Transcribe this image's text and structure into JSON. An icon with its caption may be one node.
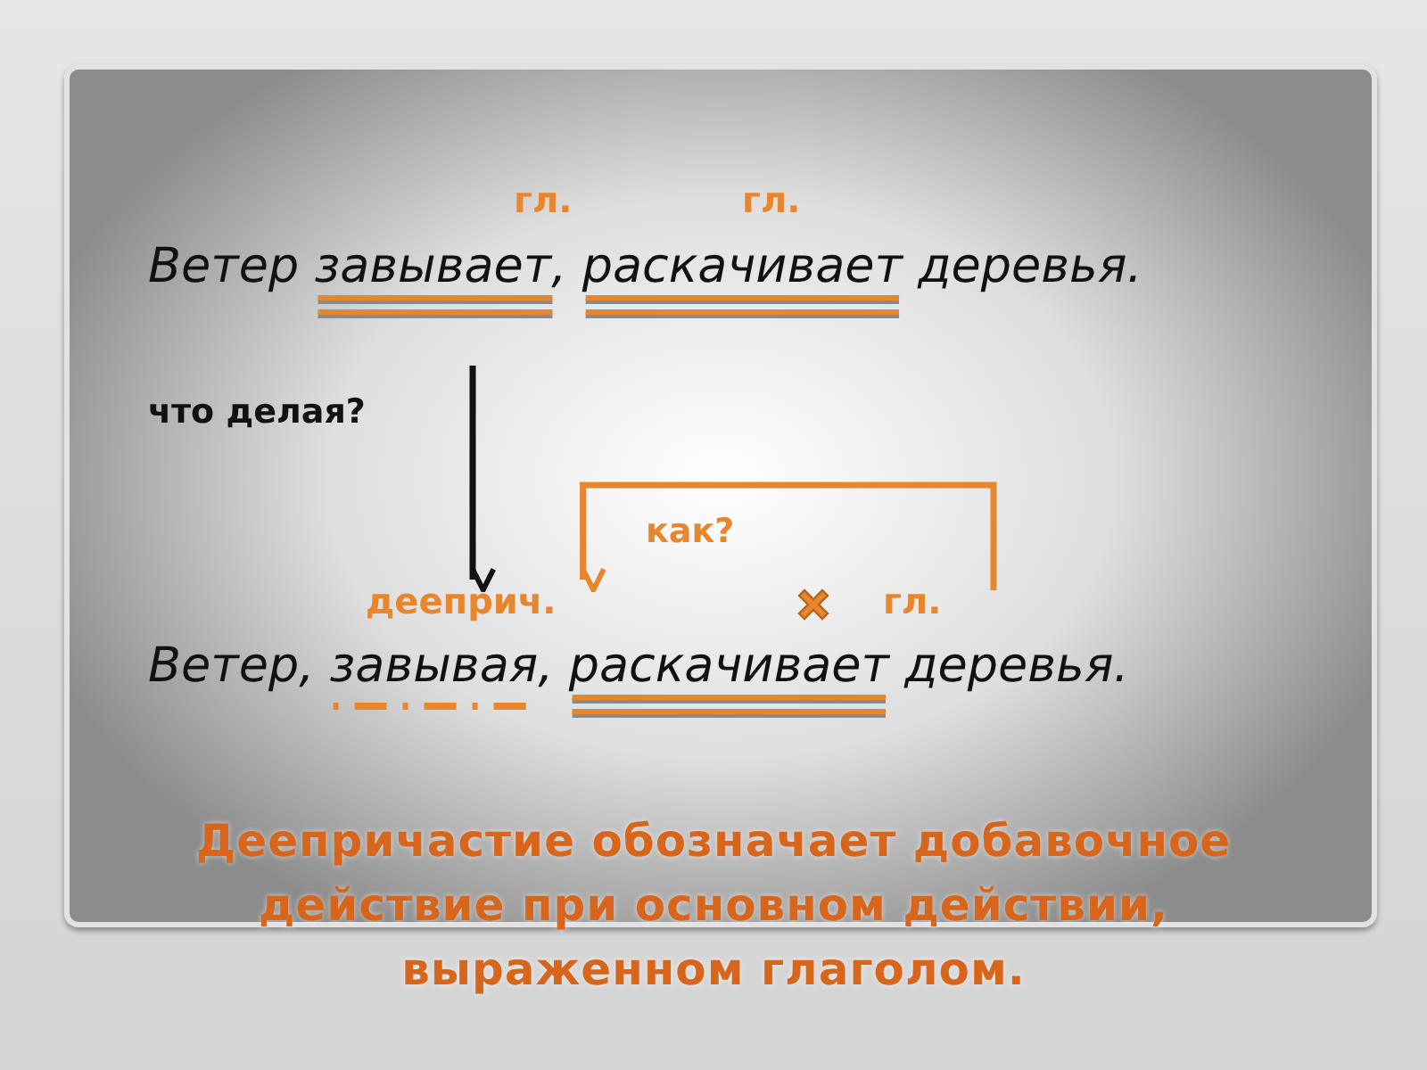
{
  "diagram": {
    "caption": "Деепричастие обозначает добавочное действие при основном действии, выраженном глаголом.",
    "nodes": [
      {
        "text": [
          "дееприч."
        ]
      },
      {
        "text": [
          "гл."
        ]
      }
    ],
    "edges": [
      {
        "from": null,
        "to": 0,
        "arrow": "to",
        "label": "что делая?"
      },
      {
        "from": 1,
        "to": 0,
        "arrow": "to",
        "label": "как?",
        "color": "#e8862e"
      }
    ],
    "labels": [
      "гл.",
      "гл.",
      "Ветер завывает, раскачивает деревья.",
      "Ветер, завывая, раскачивает деревья."
    ]
  }
}
